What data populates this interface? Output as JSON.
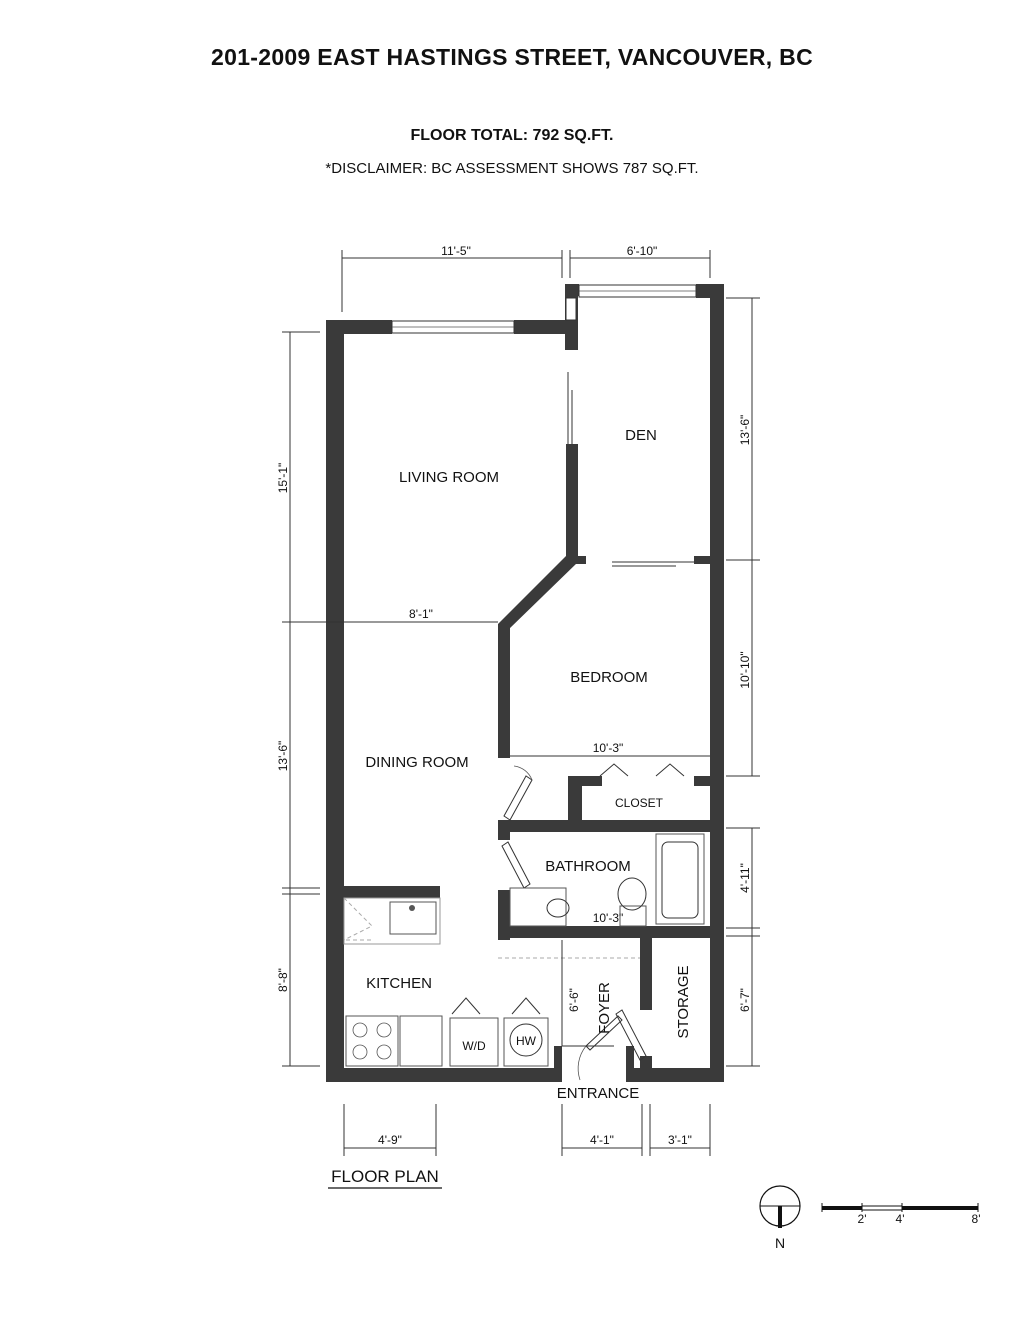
{
  "header": {
    "title": "201-2009 EAST HASTINGS STREET, VANCOUVER, BC",
    "floor_total": "FLOOR TOTAL:  792 SQ.FT.",
    "disclaimer": "*DISCLAIMER: BC ASSESSMENT SHOWS 787 SQ.FT."
  },
  "rooms": {
    "living_room": "LIVING ROOM",
    "den": "DEN",
    "bedroom": "BEDROOM",
    "dining_room": "DINING ROOM",
    "closet": "CLOSET",
    "bathroom": "BATHROOM",
    "kitchen": "KITCHEN",
    "foyer": "FOYER",
    "storage": "STORAGE",
    "entrance": "ENTRANCE"
  },
  "fixtures": {
    "washer_dryer": "W/D",
    "hot_water": "HW"
  },
  "dimensions": {
    "top_left": "11'-5\"",
    "top_right": "6'-10\"",
    "left_upper": "15'-1\"",
    "left_middle": "13'-6\"",
    "left_lower": "8'-8\"",
    "right_den": "13'-6\"",
    "right_bedroom": "10'-10\"",
    "right_bath": "4'-11\"",
    "right_storage": "6'-7\"",
    "living_width": "8'-1\"",
    "bedroom_width": "10'-3\"",
    "bath_width": "10'-3\"",
    "foyer_depth": "6'-6\"",
    "bottom_kitchen": "4'-9\"",
    "bottom_entrance": "4'-1\"",
    "bottom_storage": "3'-1\""
  },
  "footer": {
    "plan_label": "FLOOR PLAN",
    "north": "N",
    "scale_ticks": [
      "2'",
      "4'",
      "8'"
    ]
  },
  "colors": {
    "wall": "#3a3a3a",
    "text": "#111111"
  }
}
